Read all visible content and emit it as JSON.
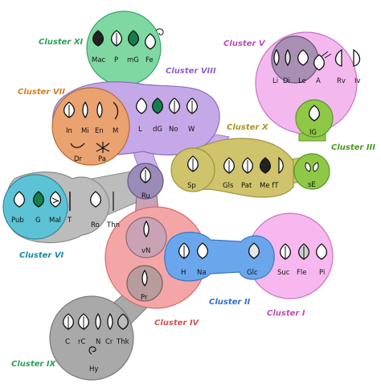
{
  "colors": {
    "cluster_i": "#f7b8f0",
    "cluster_ii": "#6aa6ec",
    "cluster_iii": "#8fc846",
    "cluster_iv": "#f4a6a6",
    "cluster_v": "#f3b9ef",
    "cluster_vi": "#5bc3d5",
    "cluster_vii": "#e9a270",
    "cluster_viii": "#c5a8e8",
    "cluster_ix": "#a6a6a6",
    "cluster_x": "#cfc46b",
    "cluster_xi": "#7fd8a1",
    "leaf_green": "#14814a",
    "leaf_dark": "#222222"
  },
  "clusters": {
    "i": "Cluster I",
    "ii": "Cluster II",
    "iii": "Cluster III",
    "iv": "Cluster IV",
    "v": "Cluster V",
    "vi": "Cluster VI",
    "vii": "Cluster VII",
    "viii": "Cluster VIII",
    "ix": "Cluster IX",
    "x": "Cluster X",
    "xi": "Cluster XI"
  },
  "nodes": {
    "mac": "Mac",
    "p": "P",
    "mg": "mG",
    "fe": "Fe",
    "li": "Li",
    "di": "Di",
    "le": "Le",
    "a": "A",
    "rv": "Rv",
    "iv": "Iv",
    "in": "In",
    "mi": "Mi",
    "en": "En",
    "m": "M",
    "dr": "Dr",
    "pa": "Pa",
    "l": "L",
    "dg": "dG",
    "no": "No",
    "w": "W",
    "lg": "lG",
    "se": "sE",
    "sp": "Sp",
    "gls": "Gls",
    "pat": "Pat",
    "meft": "Me fT",
    "ru": "Ru",
    "pub": "Pub",
    "g": "G",
    "mal": "Mal",
    "t": "T",
    "ro": "Ro",
    "thn": "Thn",
    "vn": "vN",
    "pr": "Pr",
    "h": "H",
    "na": "Na",
    "glc": "Glc",
    "suc": "Suc",
    "fle": "Fle",
    "pi": "Pi",
    "c": "C",
    "rc": "rC",
    "n": "N",
    "cr": "Cr",
    "thk": "Thk",
    "hy": "Hy"
  },
  "icons": [
    "leaf-outline-icon",
    "leaf-filled-icon",
    "leaf-midrib-icon",
    "leaf-lobed-icon",
    "leaf-narrow-icon",
    "swirl-icon",
    "curl-icon"
  ]
}
